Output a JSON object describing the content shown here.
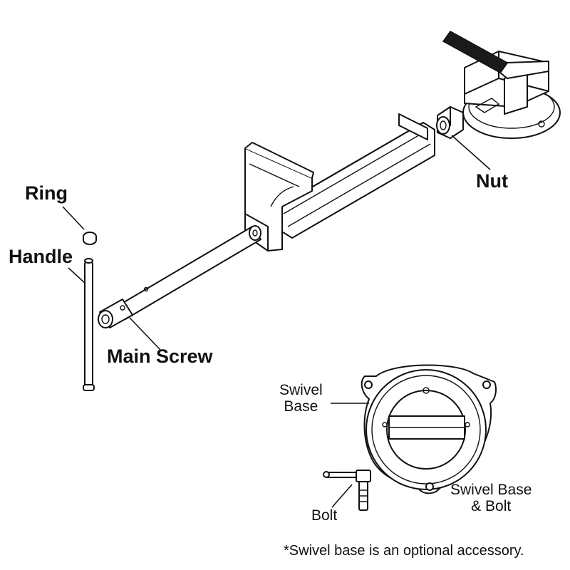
{
  "labels": {
    "ring": "Ring",
    "handle": "Handle",
    "main_screw": "Main Screw",
    "nut": "Nut",
    "swivel_base_line1": "Swivel",
    "swivel_base_line2": "Base",
    "swivel_base_bolt_line1": "Swivel Base",
    "swivel_base_bolt_line2": "& Bolt",
    "bolt": "Bolt"
  },
  "footnote": "*Swivel base is an optional accessory.",
  "colors": {
    "line": "#111111",
    "background": "#ffffff",
    "jaw_fill": "#1a1a1a"
  }
}
